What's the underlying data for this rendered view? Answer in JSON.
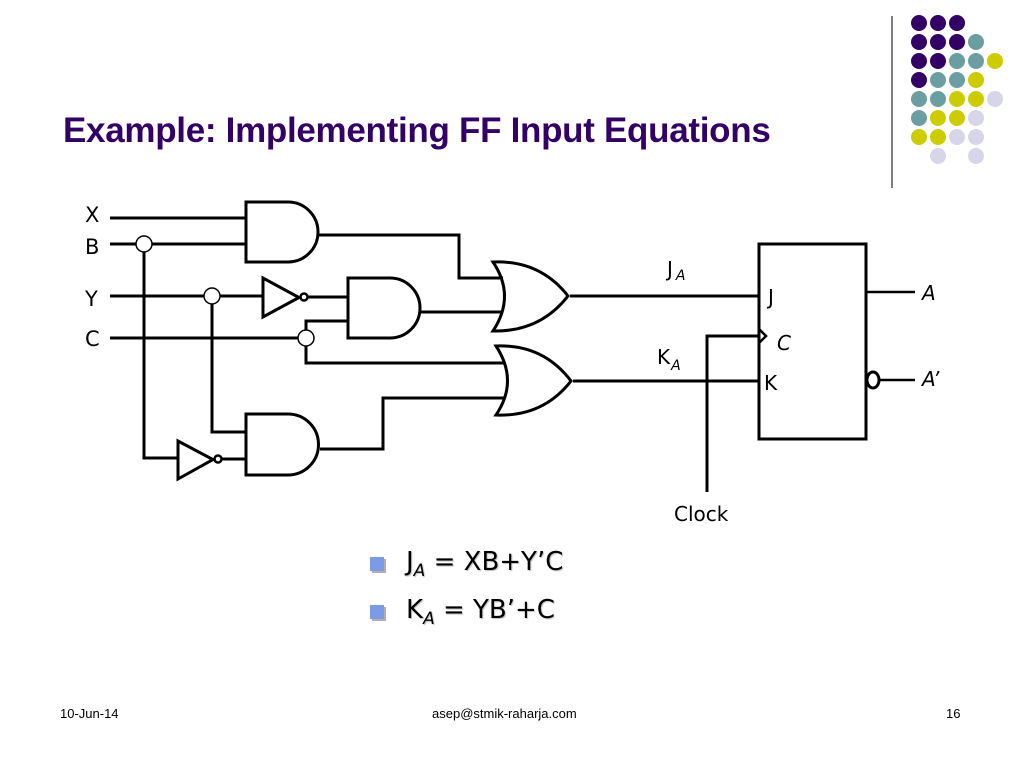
{
  "slide": {
    "title": "Example: Implementing FF Input Equations",
    "decor_dots": {
      "colors": {
        "P": "#330066",
        "T": "#6b9ea0",
        "Y": "#cccc00",
        "L": "#d6d6e8"
      },
      "rows": [
        "PPP",
        "PPPT",
        "PPTTY",
        "PTTY",
        "TTYYL",
        "TYYL",
        "YYLL",
        " L L"
      ]
    }
  },
  "circuit": {
    "inputs": [
      "X",
      "B",
      "Y",
      "C"
    ],
    "signals": {
      "ja": {
        "main": "J",
        "sub": "A"
      },
      "ka": {
        "main": "K",
        "sub": "A"
      }
    },
    "flipflop": {
      "pins": {
        "j": "J",
        "c": "C",
        "k": "K"
      },
      "outputs": {
        "q": "A",
        "q_bar": "A’"
      }
    },
    "clock_label": "Clock",
    "gates": [
      "AND(X,B)",
      "NOT(Y)",
      "AND(Y',C)",
      "OR -> JA",
      "OR -> KA",
      "NOT(B)",
      "AND(Y,B')"
    ]
  },
  "equations": [
    {
      "lhs_main": "J",
      "lhs_sub": "A",
      "rhs": " = XB+Y’C"
    },
    {
      "lhs_main": "K",
      "lhs_sub": "A",
      "rhs": " = YB’+C"
    }
  ],
  "footer": {
    "date": "10-Jun-14",
    "email": "asep@stmik-raharja.com",
    "page": "16"
  }
}
